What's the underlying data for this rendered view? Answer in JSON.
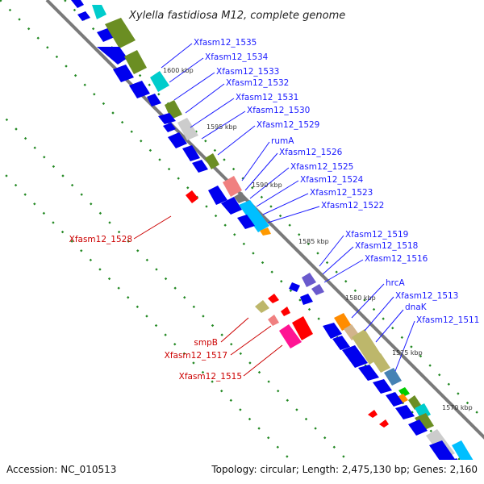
{
  "title": "Xylella fastidiosa M12, complete genome",
  "footer": {
    "accession": "Accession: NC_010513",
    "summary": "Topology: circular; Length: 2,475,130 bp; Genes: 2,160"
  },
  "ticks": [
    "1600 kbp",
    "1595 kbp",
    "1590 kbp",
    "1585 kbp",
    "1580 kbp",
    "1575 kbp",
    "1570 kbp"
  ],
  "labels_right": [
    "Xfasm12_1535",
    "Xfasm12_1534",
    "Xfasm12_1533",
    "Xfasm12_1532",
    "Xfasm12_1531",
    "Xfasm12_1530",
    "Xfasm12_1529",
    "rumA",
    "Xfasm12_1526",
    "Xfasm12_1525",
    "Xfasm12_1524",
    "Xfasm12_1523",
    "Xfasm12_1522",
    "Xfasm12_1519",
    "Xfasm12_1518",
    "Xfasm12_1516",
    "hrcA",
    "Xfasm12_1513",
    "dnaK",
    "Xfasm12_1511"
  ],
  "labels_left": [
    "Xfasm12_1528",
    "smpB",
    "Xfasm12_1517",
    "Xfasm12_1515"
  ],
  "colors": {
    "label_right": "#1a1aff",
    "label_left": "#cc0000",
    "backbone": "#888888",
    "cds_forward": "#0000ee",
    "cds_reverse": "#ff0000",
    "dots": "#228822"
  }
}
